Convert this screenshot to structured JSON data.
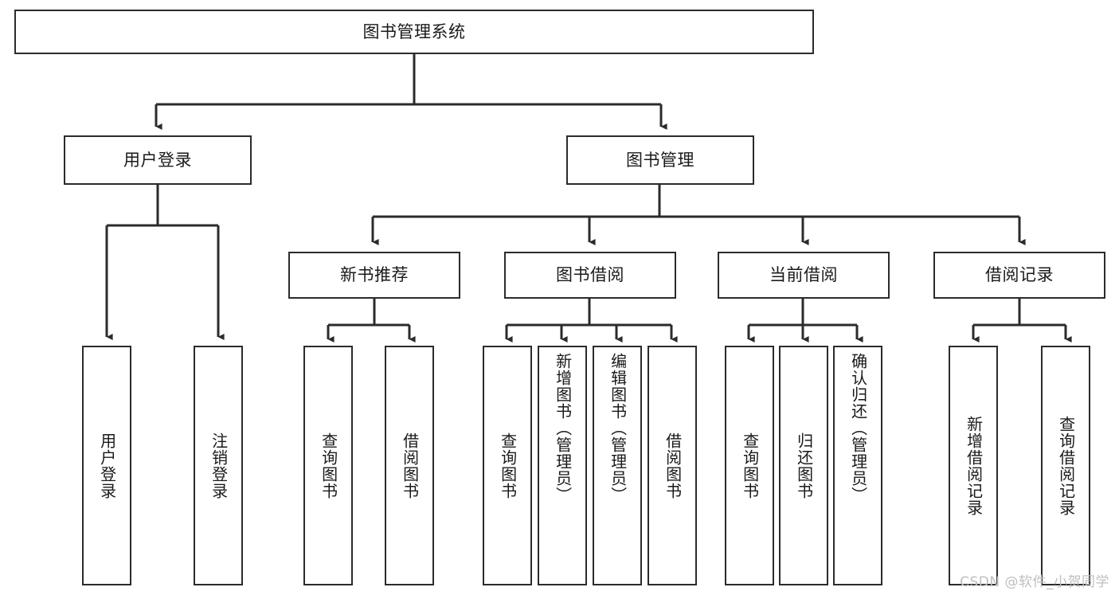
{
  "diagram": {
    "type": "tree",
    "title": "图书管理系统",
    "colors": {
      "node_border": "#2b2b2b",
      "node_fill": "#ffffff",
      "edge": "#2b2b2b",
      "text": "#1a1a1a",
      "watermark": "#bfbfbf",
      "background": "#ffffff"
    },
    "root": {
      "label": "图书管理系统"
    },
    "level2": [
      {
        "label": "用户登录"
      },
      {
        "label": "图书管理"
      }
    ],
    "level3": [
      {
        "label": "新书推荐"
      },
      {
        "label": "图书借阅"
      },
      {
        "label": "当前借阅"
      },
      {
        "label": "借阅记录"
      }
    ],
    "leaves": {
      "user_login": [
        {
          "label": "用户登录"
        },
        {
          "label": "注销登录"
        }
      ],
      "new_book_recommend": [
        {
          "label": "查询图书"
        },
        {
          "label": "借阅图书"
        }
      ],
      "book_borrow": [
        {
          "label": "查询图书"
        },
        {
          "label": "新增图书（管理员）"
        },
        {
          "label": "编辑图书（管理员）"
        },
        {
          "label": "借阅图书"
        }
      ],
      "current_borrow": [
        {
          "label": "查询图书"
        },
        {
          "label": "归还图书"
        },
        {
          "label": "确认归还（管理员）"
        }
      ],
      "borrow_record": [
        {
          "label": "新增借阅记录"
        },
        {
          "label": "查询借阅记录"
        }
      ]
    }
  },
  "watermark": {
    "text": "CSDN @软件_小贺同学"
  }
}
